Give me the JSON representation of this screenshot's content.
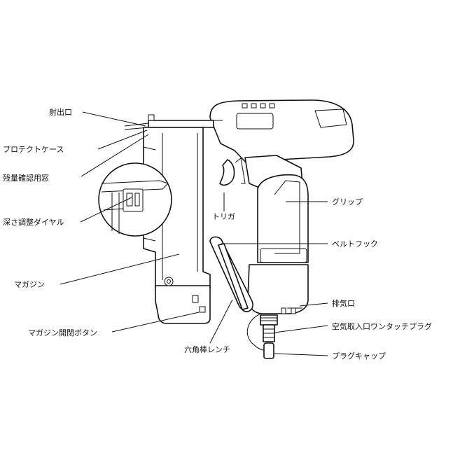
{
  "labels": {
    "muzzle": "射出口",
    "protect_case": "プロテクトケース",
    "remaining_window": "残量確認用窓",
    "depth_dial": "深さ調整ダイヤル",
    "magazine": "マガジン",
    "magazine_release": "マガジン開閉ボタン",
    "trigger": "トリガ",
    "hex_wrench": "六角棒レンチ",
    "grip": "グリップ",
    "belt_hook": "ベルトフック",
    "exhaust": "排気口",
    "air_plug": "空気取入口ワンタッチプラグ",
    "plug_cap": "プラグキャップ"
  }
}
